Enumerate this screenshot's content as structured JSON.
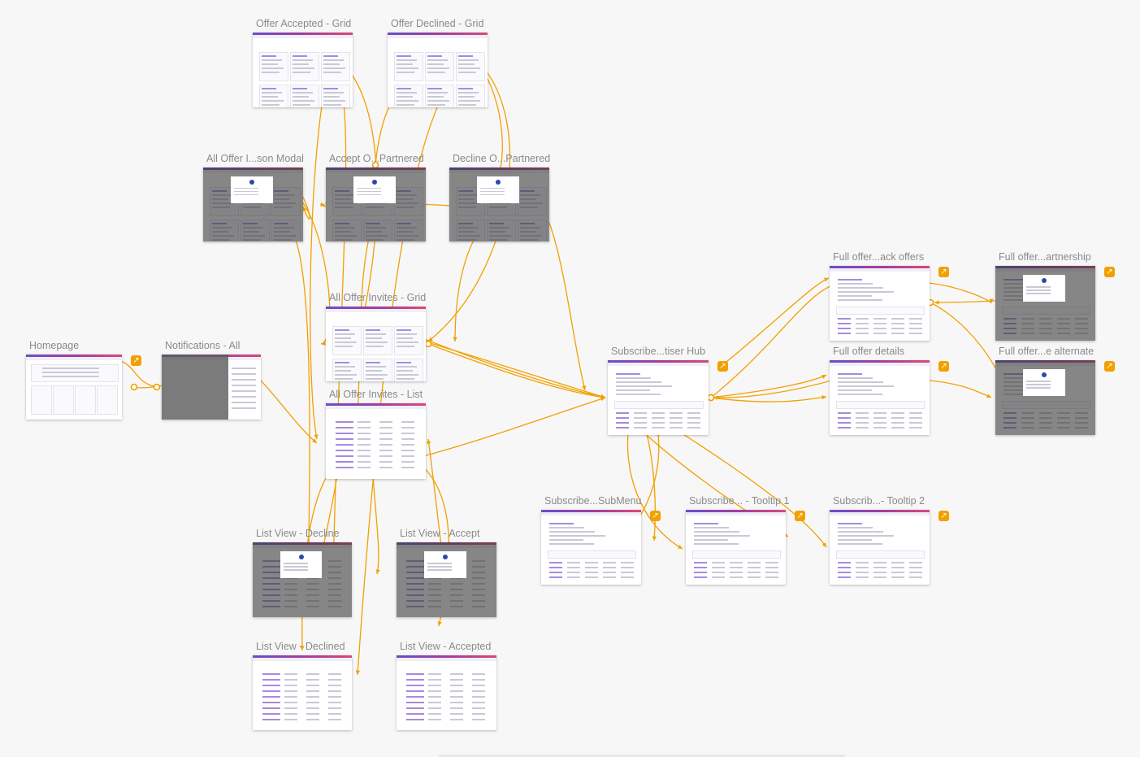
{
  "screens": [
    {
      "id": "offer-accepted-grid",
      "title": "Offer Accepted - Grid",
      "variant": "grid",
      "modal": false
    },
    {
      "id": "offer-declined-grid",
      "title": "Offer Declined - Grid",
      "variant": "grid",
      "modal": false
    },
    {
      "id": "all-offer-comparison-modal",
      "title": "All Offer I...son Modal",
      "variant": "grid",
      "modal": true
    },
    {
      "id": "accept-offer-partnered",
      "title": "Accept O...Partnered",
      "variant": "grid",
      "modal": true
    },
    {
      "id": "decline-offer-partnered",
      "title": "Decline O...Partnered",
      "variant": "grid",
      "modal": true
    },
    {
      "id": "all-offer-invites-grid",
      "title": "All Offer Invites - Grid",
      "variant": "grid",
      "modal": false
    },
    {
      "id": "all-offer-invites-list",
      "title": "All Offer Invites - List",
      "variant": "list",
      "modal": false
    },
    {
      "id": "homepage",
      "title": "Homepage",
      "variant": "home",
      "modal": false,
      "share": true
    },
    {
      "id": "notifications-all",
      "title": "Notifications - All",
      "variant": "notif",
      "modal": false
    },
    {
      "id": "subscriber-advertiser-hub",
      "title": "Subscribe...tiser Hub",
      "variant": "detail",
      "modal": false,
      "share": true
    },
    {
      "id": "full-offer-back-offers",
      "title": "Full offer...ack offers",
      "variant": "detail",
      "modal": false,
      "share": true
    },
    {
      "id": "full-offer-partnership",
      "title": "Full offer...artnership",
      "variant": "detail",
      "modal": true,
      "share": true
    },
    {
      "id": "full-offer-details",
      "title": "Full offer details",
      "variant": "detail",
      "modal": false,
      "share": true
    },
    {
      "id": "full-offer-alternate",
      "title": "Full offer...e alternate",
      "variant": "detail",
      "modal": true,
      "share": true
    },
    {
      "id": "subscriber-submenu",
      "title": "Subscribe...SubMenu",
      "variant": "detail",
      "modal": false,
      "share": true
    },
    {
      "id": "subscriber-tooltip-1",
      "title": "Subscribe... - Tooltip 1",
      "variant": "detail",
      "modal": false,
      "share": true
    },
    {
      "id": "subscriber-tooltip-2",
      "title": "Subscrib...- Tooltip 2",
      "variant": "detail",
      "modal": false,
      "share": true
    },
    {
      "id": "list-view-decline",
      "title": "List View - Decline",
      "variant": "list",
      "modal": true
    },
    {
      "id": "list-view-accept",
      "title": "List View - Accept",
      "variant": "list",
      "modal": true
    },
    {
      "id": "list-view-declined",
      "title": "List View - Declined",
      "variant": "list",
      "modal": false
    },
    {
      "id": "list-view-accepted",
      "title": "List View - Accepted",
      "variant": "list",
      "modal": false
    }
  ],
  "colors": {
    "connector": "#f2a000",
    "background": "#f7f7f7",
    "header_start": "#6b4fc8",
    "header_end": "#d9497a"
  },
  "icons": {
    "share": "external-link-icon"
  }
}
